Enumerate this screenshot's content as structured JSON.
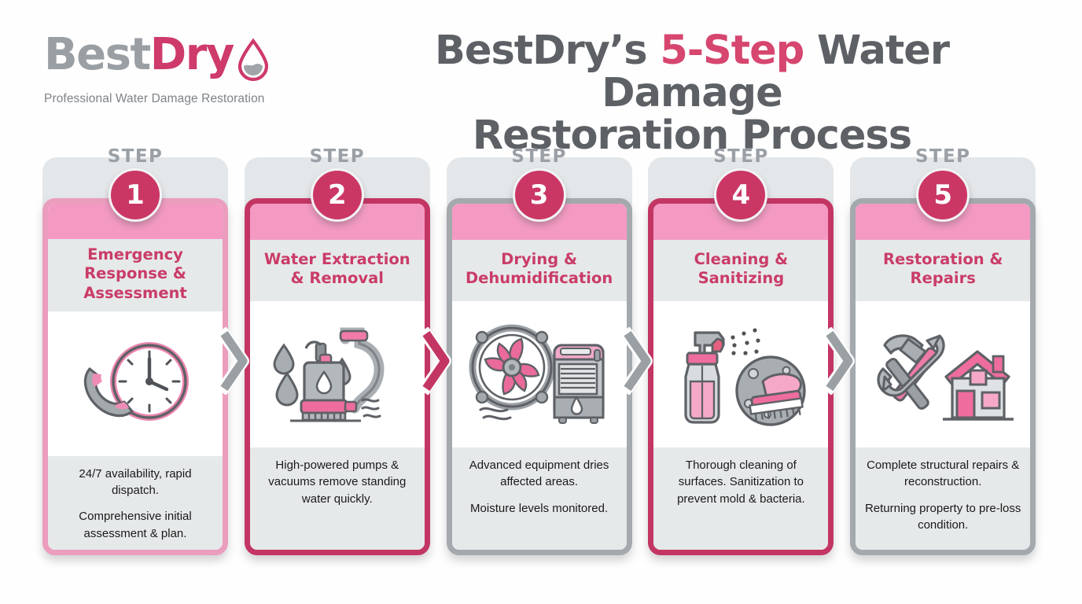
{
  "logo": {
    "name_part1": "Best",
    "name_part2": "Dry",
    "icon": "water-droplet-icon",
    "tagline": "Professional Water Damage Restoration",
    "gray": "#9a9fa4",
    "crimson": "#ce3a6a"
  },
  "title": {
    "line1_pre": "BestDry’s ",
    "line1_highlight": "5-Step",
    "line1_post": " Water Damage",
    "line2": "Restoration Process",
    "color": "#5d6064",
    "highlight_color": "#d6466f"
  },
  "colors": {
    "band_pink": "#f49ac2",
    "badge_crimson": "#cb3765",
    "title_crimson": "#ca3c68",
    "panel_gray": "#e6e9ea",
    "step_label_gray": "#9aa0a6",
    "border_pink_light": "#eb9dbe",
    "border_crimson": "#c33663",
    "border_gray": "#a4a9ad"
  },
  "step_label": "STEP",
  "steps": [
    {
      "number": "1",
      "title": "Emergency Response & Assessment",
      "icon": "phone-clock-icon",
      "border_style": "pink-light",
      "body": [
        "24/7 availability, rapid dispatch.",
        "Comprehensive initial assessment & plan."
      ]
    },
    {
      "number": "2",
      "title": "Water Extraction & Removal",
      "icon": "water-pump-hose-icon",
      "border_style": "crimson",
      "body": [
        "High-powered pumps & vacuums remove standing water quickly."
      ]
    },
    {
      "number": "3",
      "title": "Drying & Dehumidification",
      "icon": "fan-dehumidifier-icon",
      "border_style": "gray",
      "body": [
        "Advanced equipment dries affected areas.",
        "Moisture levels monitored."
      ]
    },
    {
      "number": "4",
      "title": "Cleaning & Sanitizing",
      "icon": "spray-bottle-scrub-brush-icon",
      "border_style": "crimson",
      "body": [
        "Thorough cleaning of surfaces. Sanitization to prevent mold & bacteria."
      ]
    },
    {
      "number": "5",
      "title": "Restoration & Repairs",
      "icon": "hammer-wrench-house-icon",
      "border_style": "gray",
      "body": [
        "Complete structural repairs & reconstruction.",
        "Returning property to pre-loss condition."
      ]
    }
  ]
}
